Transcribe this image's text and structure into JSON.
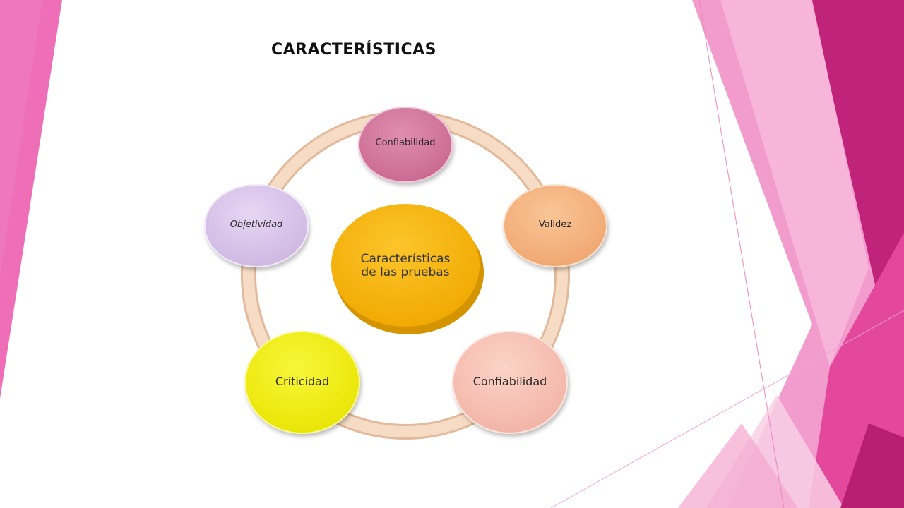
{
  "slide": {
    "title": "CARACTERÍSTICAS"
  },
  "diagram": {
    "center": {
      "label_line1": "Características",
      "label_line2": "de las pruebas",
      "color": "#f4b400"
    },
    "nodes": [
      {
        "label": "Confiabilidad",
        "color": "#d47aa1"
      },
      {
        "label": "Validez",
        "color": "#f6b27e"
      },
      {
        "label": "Confiabilidad",
        "color": "#f7c1b4"
      },
      {
        "label": "Criticidad",
        "color": "#f1f000"
      },
      {
        "label": "Objetividad",
        "color": "#dbc7ec"
      }
    ],
    "ring_color": "#f1d3b8"
  },
  "theme": {
    "accent_pink": "#e83f9b",
    "accent_magenta": "#c0237a",
    "accent_light_pink": "#f3a6cf"
  }
}
